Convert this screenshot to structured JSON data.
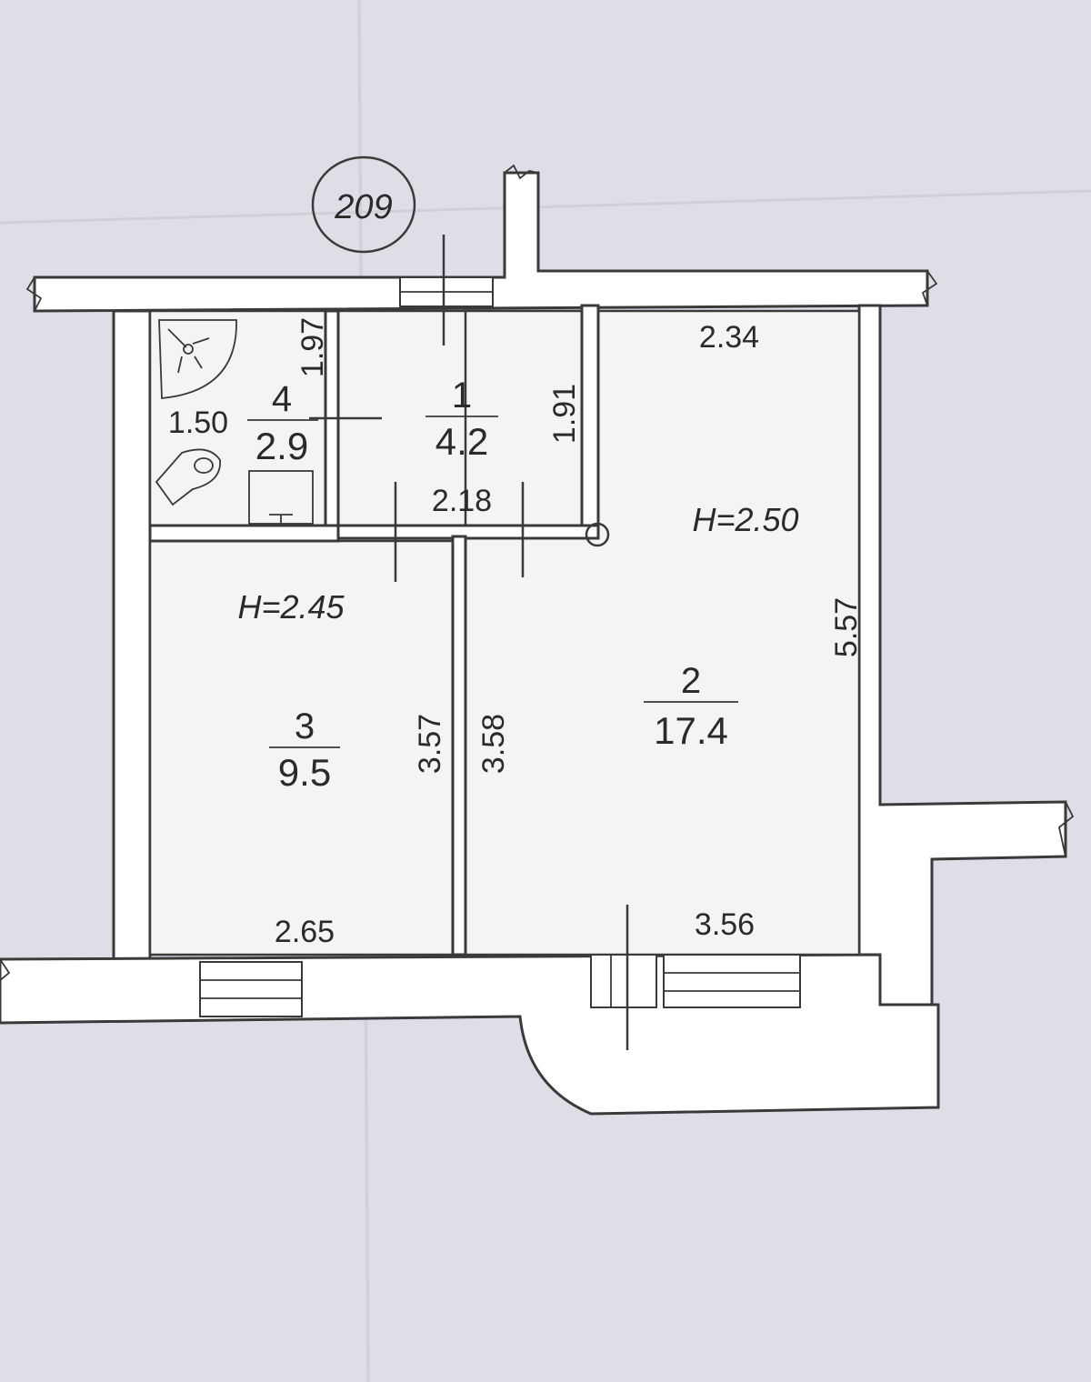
{
  "apartment_number": "209",
  "rooms": [
    {
      "id": "1",
      "area": "4.2"
    },
    {
      "id": "2",
      "area": "17.4"
    },
    {
      "id": "3",
      "area": "9.5"
    },
    {
      "id": "4",
      "area": "2.9"
    }
  ],
  "ceiling_heights": {
    "left": "H=2.45",
    "right": "H=2.50"
  },
  "dimensions": {
    "room1_height": "1.91",
    "room1_width": "2.18",
    "room2_top": "2.34",
    "room2_right": "5.57",
    "room2_left": "3.58",
    "room2_bottom": "3.56",
    "room3_right": "3.57",
    "room3_bottom": "2.65",
    "room4_height": "1.97",
    "room4_width": "1.50"
  },
  "colors": {
    "paper": "#dedfe6",
    "line": "#3a3a3a",
    "room_fill": "#f4f4f7"
  }
}
